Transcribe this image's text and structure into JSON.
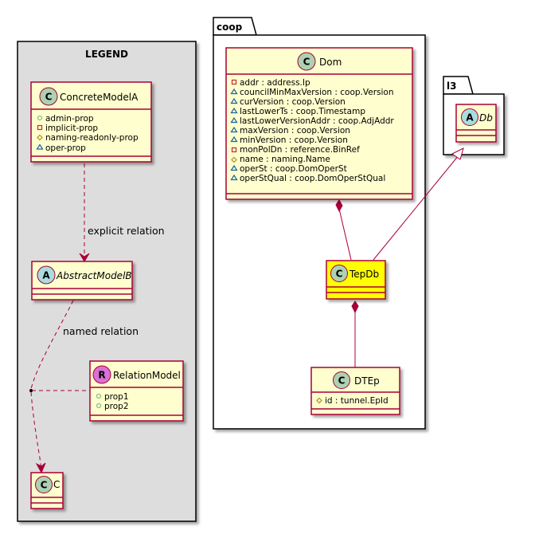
{
  "colors": {
    "class_fill": "#FEFECE",
    "class_border": "#A80036",
    "highlight_fill": "#FFFF00",
    "legend_fill": "#DDDDDD",
    "circle_c": "#ADD1B2",
    "circle_a": "#A9DCDF",
    "circle_r": "#DA70D6",
    "edge": "#A80036",
    "private_marker": "#C82930",
    "public_marker": "#84BE84",
    "protected_marker": "#B38D22",
    "package_marker": "#1963A0"
  },
  "packages": {
    "legend": {
      "title": "LEGEND"
    },
    "coop": {
      "title": "coop"
    },
    "l3": {
      "title": "l3"
    }
  },
  "classes": {
    "concrete_model_a": {
      "name": "ConcreteModelA",
      "stereo": "C",
      "attrs": [
        {
          "vis": "public",
          "text": "admin-prop"
        },
        {
          "vis": "private",
          "text": "implicit-prop"
        },
        {
          "vis": "protected",
          "text": "naming-readonly-prop"
        },
        {
          "vis": "package",
          "text": "oper-prop"
        }
      ]
    },
    "abstract_model_b": {
      "name": "AbstractModelB",
      "stereo": "A",
      "attrs": []
    },
    "relation_model": {
      "name": "RelationModel",
      "stereo": "R",
      "attrs": [
        {
          "vis": "public",
          "text": "prop1"
        },
        {
          "vis": "public",
          "text": "prop2"
        }
      ]
    },
    "c": {
      "name": "C",
      "stereo": "C",
      "attrs": []
    },
    "dom": {
      "name": "Dom",
      "stereo": "C",
      "attrs": [
        {
          "vis": "private",
          "text": "addr : address.Ip"
        },
        {
          "vis": "package",
          "text": "councilMinMaxVersion : coop.Version"
        },
        {
          "vis": "package",
          "text": "curVersion : coop.Version"
        },
        {
          "vis": "package",
          "text": "lastLowerTs : coop.Timestamp"
        },
        {
          "vis": "package",
          "text": "lastLowerVersionAddr : coop.AdjAddr"
        },
        {
          "vis": "package",
          "text": "maxVersion : coop.Version"
        },
        {
          "vis": "package",
          "text": "minVersion : coop.Version"
        },
        {
          "vis": "private",
          "text": "monPolDn : reference.BinRef"
        },
        {
          "vis": "protected",
          "text": "name : naming.Name"
        },
        {
          "vis": "package",
          "text": "operSt : coop.DomOperSt"
        },
        {
          "vis": "package",
          "text": "operStQual : coop.DomOperStQual"
        }
      ]
    },
    "tep_db": {
      "name": "TepDb",
      "stereo": "C",
      "attrs": []
    },
    "d_tep": {
      "name": "DTEp",
      "stereo": "C",
      "attrs": [
        {
          "vis": "protected",
          "text": "id : tunnel.EpId"
        }
      ]
    },
    "db": {
      "name": "Db",
      "stereo": "A",
      "attrs": []
    }
  },
  "edges": {
    "explicit_relation": "explicit relation",
    "named_relation": "named relation"
  }
}
